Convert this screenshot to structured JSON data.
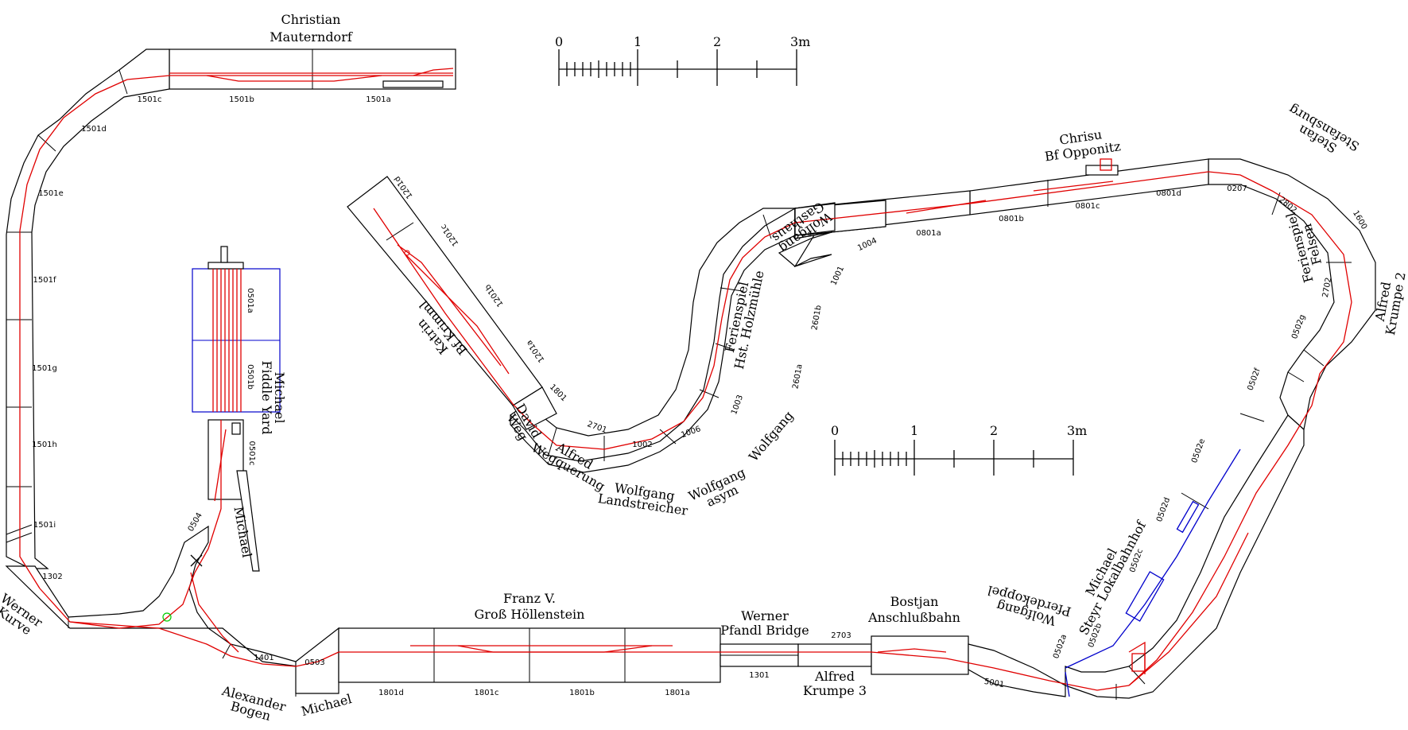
{
  "scale_bars": [
    {
      "ticks": [
        "0",
        "1",
        "2",
        "3m"
      ]
    },
    {
      "ticks": [
        "0",
        "1",
        "2",
        "3m"
      ]
    }
  ],
  "owners": [
    [
      "Christian",
      "Mauterndorf"
    ],
    [
      "Michael",
      "Fiddle Yard"
    ],
    [
      "Michael"
    ],
    [
      "Katrin",
      "Bf Krimml"
    ],
    [
      "David",
      "Weg"
    ],
    [
      "Alfred",
      "Wegquerung"
    ],
    [
      "Wolfgang",
      "Landstreicher"
    ],
    [
      "Wolfgang",
      "asym"
    ],
    [
      "Wolfgang"
    ],
    [
      "Ferienspiel",
      "Hst. Holzmühle"
    ],
    [
      "Wolfgang",
      "Gasthaus"
    ],
    [
      "Chrisu",
      "Bf Opponitz"
    ],
    [
      "Stefan",
      "Stefansburg"
    ],
    [
      "Ferienspiel",
      "Felsen"
    ],
    [
      "Alfred",
      "Krumpe 2"
    ],
    [
      "Michael",
      "Steyr Lokalbahnhof"
    ],
    [
      "Wolfgang",
      "Pferdekoppel"
    ],
    [
      "Bostjan",
      "Anschlußbahn"
    ],
    [
      "Werner",
      "Pfandl Bridge"
    ],
    [
      "Alfred",
      "Krumpe 3"
    ],
    [
      "Franz V.",
      "Groß Höllenstein"
    ],
    [
      "Michael"
    ],
    [
      "Alexander",
      "Bogen"
    ],
    [
      "Werner",
      "Kurve"
    ]
  ],
  "segments": [
    "1501c",
    "1501b",
    "1501a",
    "1501d",
    "1501e",
    "1501f",
    "1501g",
    "1501h",
    "1501i",
    "1302",
    "0501a",
    "0501b",
    "0501c",
    "0504",
    "1401",
    "0503",
    "1801d",
    "1801c",
    "1801b",
    "1801a",
    "1301",
    "2703",
    "5001",
    "0502a",
    "0502b",
    "0502c",
    "0502d",
    "0502e",
    "0502f",
    "0502g",
    "2702",
    "2802",
    "1600",
    "0207",
    "0801d",
    "0801c",
    "0801b",
    "0801a",
    "1004",
    "1001",
    "2601b",
    "2601a",
    "1003",
    "1006",
    "1002",
    "2701",
    "1801",
    "1201a",
    "1201b",
    "1201c",
    "1201d"
  ]
}
